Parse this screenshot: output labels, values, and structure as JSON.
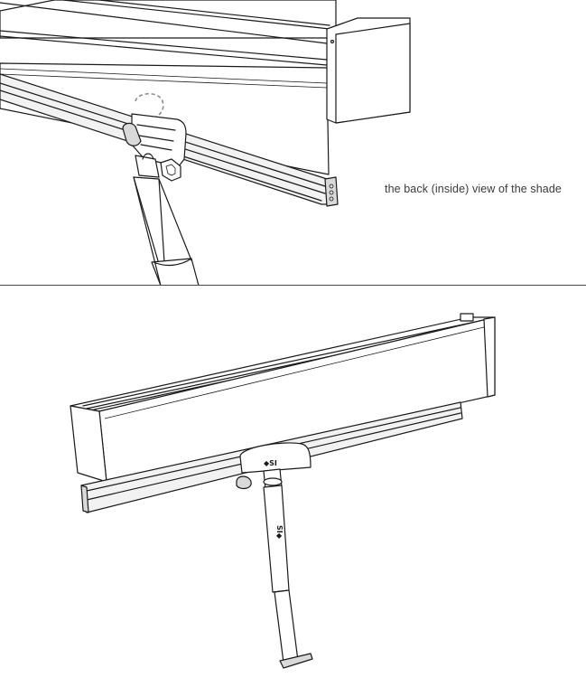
{
  "caption": {
    "back_view": "the back (inside) view of the shade"
  },
  "icons": {
    "top_illustration": "shade-back-view-with-pole-illustration",
    "bottom_illustration": "shade-front-view-with-pole-illustration"
  },
  "colors": {
    "line": "#1a1a1a",
    "fill": "#ffffff",
    "divider": "#4a4a4a",
    "caption_text": "#3a3a3a"
  }
}
